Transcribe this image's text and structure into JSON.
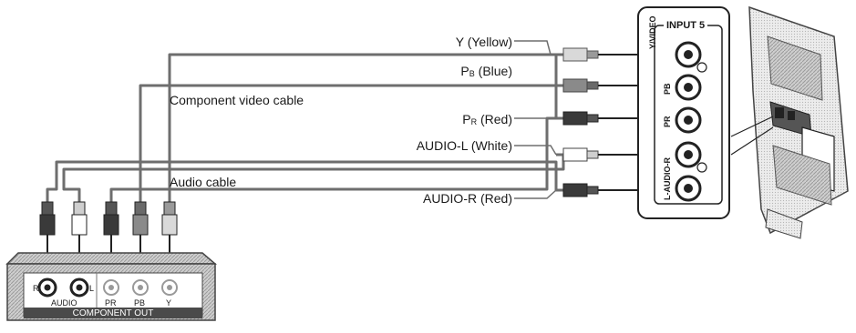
{
  "cables": {
    "component_label": "Component video cable",
    "audio_label": "Audio cable"
  },
  "plugs": {
    "y_label": "Y (Yellow)",
    "pb_label_main": "P",
    "pb_label_sub": "B",
    "pb_label_rest": " (Blue)",
    "pr_label_main": "P",
    "pr_label_sub": "R",
    "pr_label_rest": " (Red)",
    "audio_l_label": "AUDIO-L (White)",
    "audio_r_label": "AUDIO-R (Red)"
  },
  "tv_panel": {
    "title": "INPUT 5",
    "jack_labels": [
      "Y/VIDEO",
      "PB",
      "PR",
      "L-AUDIO-R"
    ]
  },
  "device": {
    "audio_r": "R",
    "audio_l": "L",
    "audio_label": "AUDIO",
    "pr_label": "PR",
    "pb_label": "PB",
    "y_label": "Y",
    "footer_label": "COMPONENT OUT"
  },
  "colors": {
    "plug_dark": "#3a3a3a",
    "plug_mid": "#8a8a8a",
    "plug_light": "#d9d9d9",
    "cable": "#6e6e6e"
  }
}
